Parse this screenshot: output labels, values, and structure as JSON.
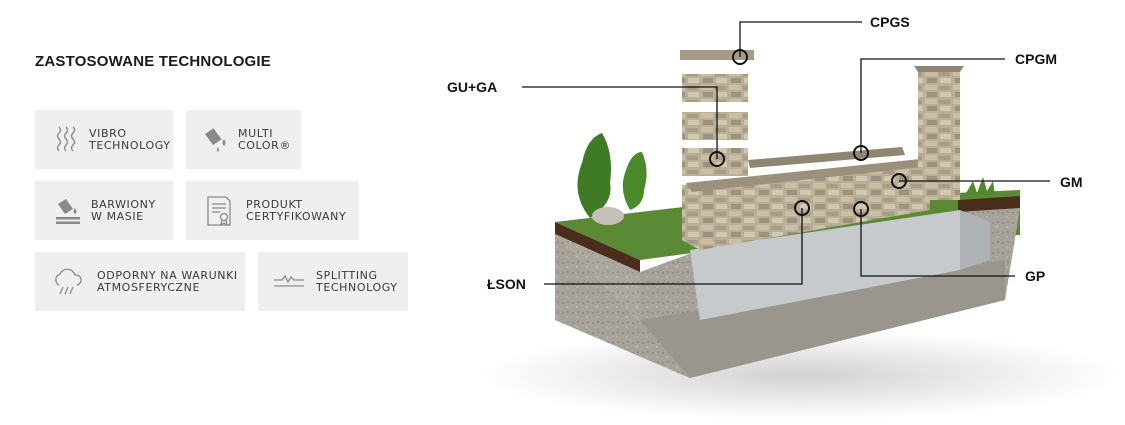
{
  "section": {
    "title": "ZASTOSOWANE TECHNOLOGIE"
  },
  "technologies": [
    {
      "label": "VIBRO\nTECHNOLOGY",
      "icon": "vibration-waves-icon"
    },
    {
      "label": "MULTI\nCOLOR®",
      "icon": "paint-bucket-drops-icon"
    },
    {
      "label": "BARWIONY\nW MASIE",
      "icon": "paint-bucket-layers-icon"
    },
    {
      "label": "PRODUKT\nCERTYFIKOWANY",
      "icon": "certificate-document-icon"
    },
    {
      "label": "ODPORNY NA WARUNKI\nATMOSFERYCZNE",
      "icon": "rain-cloud-icon"
    },
    {
      "label": "SPLITTING\nTECHNOLOGY",
      "icon": "split-wave-icon"
    }
  ],
  "callouts": [
    {
      "code": "CPGS"
    },
    {
      "code": "GU+GA"
    },
    {
      "code": "CPGM"
    },
    {
      "code": "GM"
    },
    {
      "code": "ŁSON"
    },
    {
      "code": "GP"
    }
  ],
  "colors": {
    "tile_bg": "#efefef",
    "text": "#2a2a2a",
    "icon": "#8a8a8a",
    "stone": "#b8ae98",
    "concrete": "#c9ccd0",
    "soil": "#5a3a22",
    "grass": "#4f8a2e"
  }
}
